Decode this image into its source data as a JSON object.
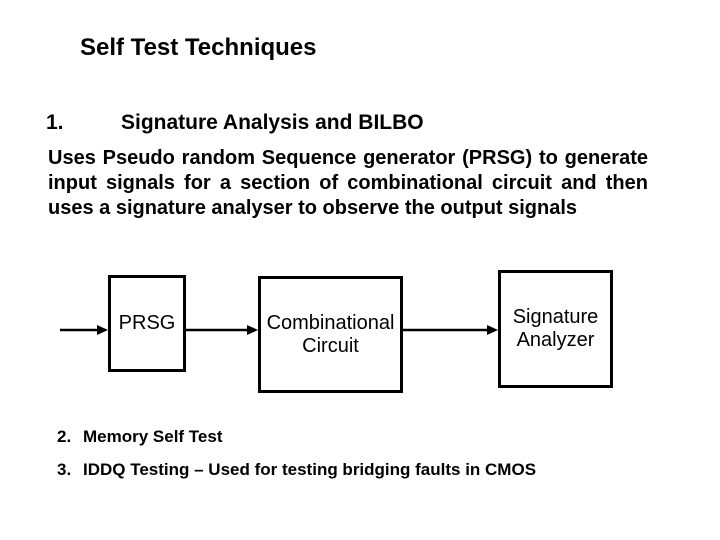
{
  "slide": {
    "title": "Self Test Techniques",
    "items": [
      {
        "number": "1.",
        "label": "Signature Analysis and BILBO"
      },
      {
        "number": "2.",
        "label": "Memory Self Test"
      },
      {
        "number": "3.",
        "label": "IDDQ Testing – Used for testing bridging faults in CMOS"
      }
    ],
    "paragraph": {
      "full_text": "Uses Pseudo random Sequence generator (PRSG) to generate input signals for a section of combinational circuit and then uses a signature analyser to observe the output signals",
      "lines": [
        "Uses Pseudo random Sequence generator (PRSG) to generate",
        "input signals for a section of combinational circuit and then",
        "uses a signature analyser to observe the output signals"
      ]
    },
    "diagram": {
      "boxes": [
        {
          "label": "PRSG"
        },
        {
          "label": "Combinational Circuit"
        },
        {
          "label": "Signature Analyzer"
        }
      ]
    }
  },
  "colors": {
    "background": "#ffffff",
    "text": "#000000",
    "box_border": "#000000",
    "arrow": "#000000"
  }
}
